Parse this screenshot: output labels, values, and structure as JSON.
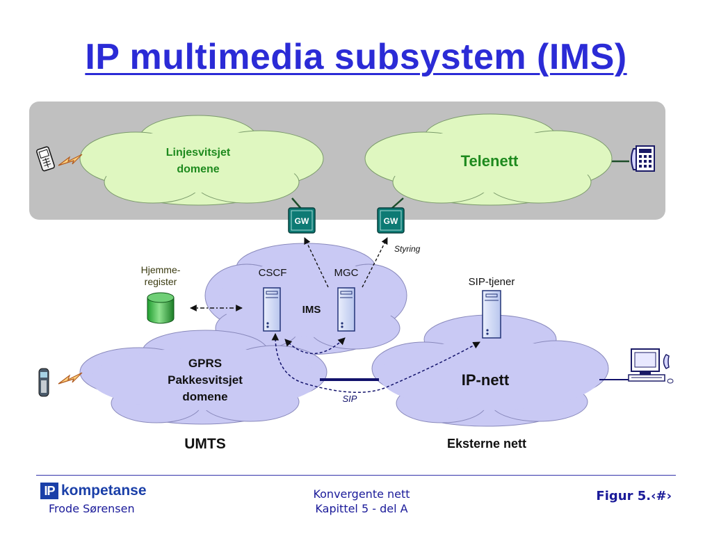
{
  "title": "IP multimedia subsystem (IMS)",
  "diagram": {
    "clouds": {
      "linjesvitsjet_line1": "Linjesvitsjet",
      "linjesvitsjet_line2": "domene",
      "telenett": "Telenett",
      "ims": "IMS",
      "gprs_line1": "GPRS",
      "gprs_line2": "Pakkesvitsjet",
      "gprs_line3": "domene",
      "ipnett": "IP-nett"
    },
    "gateways": [
      "GW",
      "GW"
    ],
    "servers": {
      "cscf": "CSCF",
      "mgc": "MGC",
      "sip_tjener": "SIP-tjener"
    },
    "home_register_line1": "Hjemme-",
    "home_register_line2": "register",
    "labels": {
      "styring": "Styring",
      "sip": "SIP",
      "umts": "UMTS",
      "eksterne": "Eksterne nett"
    },
    "colors": {
      "green_cloud": "#dff7c0",
      "blue_cloud": "#c9c9f4",
      "gateway": "#0d7a74",
      "panel": "#c0c0c0",
      "title": "#2b2bd6"
    },
    "icons": [
      "mobile-phone-icon",
      "desk-phone-icon",
      "database-icon",
      "server-icon",
      "cell-phone-icon",
      "computer-icon",
      "lightning-icon"
    ]
  },
  "footer": {
    "logo_mark": "IP",
    "logo_text": "kompetanse",
    "author": "Frode Sørensen",
    "course_line1": "Konvergente nett",
    "course_line2": "Kapittel 5 - del A",
    "figure": "Figur 5.‹#›"
  }
}
